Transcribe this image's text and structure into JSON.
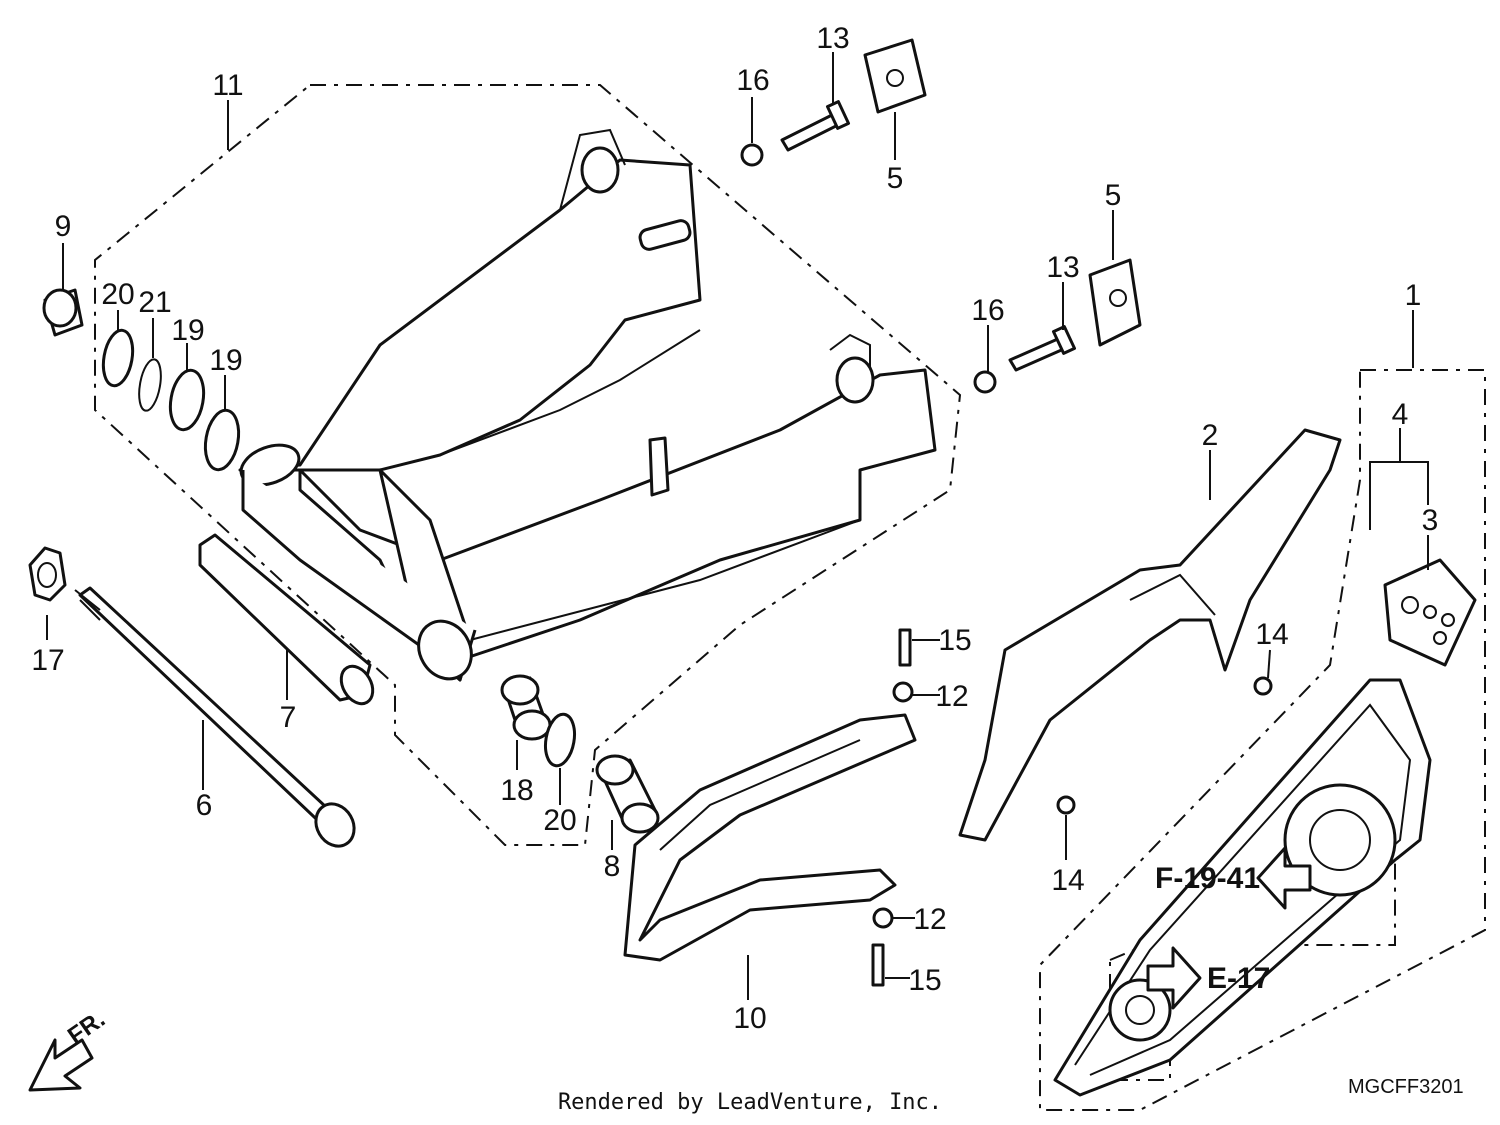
{
  "diagram": {
    "callouts": [
      {
        "id": "c11",
        "label": "11"
      },
      {
        "id": "c9",
        "label": "9"
      },
      {
        "id": "c20a",
        "label": "20"
      },
      {
        "id": "c21",
        "label": "21"
      },
      {
        "id": "c19a",
        "label": "19"
      },
      {
        "id": "c19b",
        "label": "19"
      },
      {
        "id": "c17",
        "label": "17"
      },
      {
        "id": "c7",
        "label": "7"
      },
      {
        "id": "c6",
        "label": "6"
      },
      {
        "id": "c18",
        "label": "18"
      },
      {
        "id": "c20b",
        "label": "20"
      },
      {
        "id": "c8",
        "label": "8"
      },
      {
        "id": "c16a",
        "label": "16"
      },
      {
        "id": "c13a",
        "label": "13"
      },
      {
        "id": "c5a",
        "label": "5"
      },
      {
        "id": "c5b",
        "label": "5"
      },
      {
        "id": "c13b",
        "label": "13"
      },
      {
        "id": "c16b",
        "label": "16"
      },
      {
        "id": "c1",
        "label": "1"
      },
      {
        "id": "c2",
        "label": "2"
      },
      {
        "id": "c4",
        "label": "4"
      },
      {
        "id": "c3",
        "label": "3"
      },
      {
        "id": "c14a",
        "label": "14"
      },
      {
        "id": "c14b",
        "label": "14"
      },
      {
        "id": "c15a",
        "label": "15"
      },
      {
        "id": "c12a",
        "label": "12"
      },
      {
        "id": "c12b",
        "label": "12"
      },
      {
        "id": "c15b",
        "label": "15"
      },
      {
        "id": "c10",
        "label": "10"
      }
    ],
    "references": [
      {
        "id": "ref-f1941",
        "label": "F-19-41"
      },
      {
        "id": "ref-e17",
        "label": "E-17"
      }
    ],
    "direction_label": "FR.",
    "diagram_code": "MGCFF3201",
    "credit": "Rendered by LeadVenture, Inc."
  }
}
